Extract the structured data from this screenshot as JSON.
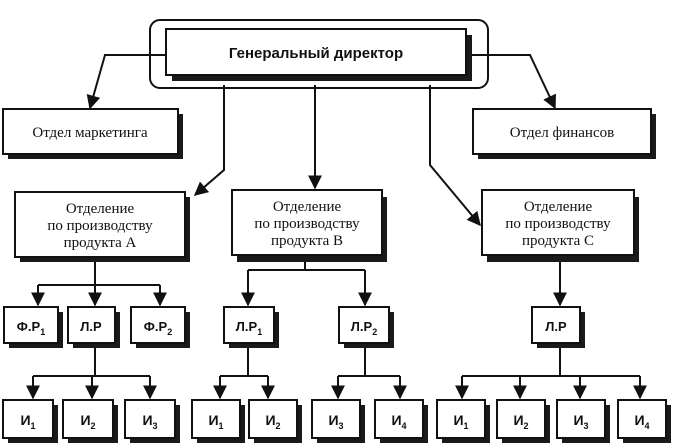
{
  "diagram": {
    "root": "Генеральный директор",
    "staff_left": "Отдел маркетинга",
    "staff_right": "Отдел финансов",
    "divisions": [
      {
        "line1": "Отделение",
        "line2": "по производству",
        "line3": "продукта A"
      },
      {
        "line1": "Отделение",
        "line2": "по производству",
        "line3": "продукта B"
      },
      {
        "line1": "Отделение",
        "line2": "по производству",
        "line3": "продукта C"
      }
    ],
    "units": [
      {
        "base": "Ф.Р",
        "sub": "1"
      },
      {
        "base": "Л.Р",
        "sub": ""
      },
      {
        "base": "Ф.Р",
        "sub": "2"
      },
      {
        "base": "Л.Р",
        "sub": "1"
      },
      {
        "base": "Л.Р",
        "sub": "2"
      },
      {
        "base": "Л.Р",
        "sub": ""
      }
    ],
    "executors": [
      {
        "base": "И",
        "sub": "1"
      },
      {
        "base": "И",
        "sub": "2"
      },
      {
        "base": "И",
        "sub": "3"
      },
      {
        "base": "И",
        "sub": "1"
      },
      {
        "base": "И",
        "sub": "2"
      },
      {
        "base": "И",
        "sub": "3"
      },
      {
        "base": "И",
        "sub": "4"
      },
      {
        "base": "И",
        "sub": "1"
      },
      {
        "base": "И",
        "sub": "2"
      },
      {
        "base": "И",
        "sub": "3"
      },
      {
        "base": "И",
        "sub": "4"
      }
    ]
  }
}
